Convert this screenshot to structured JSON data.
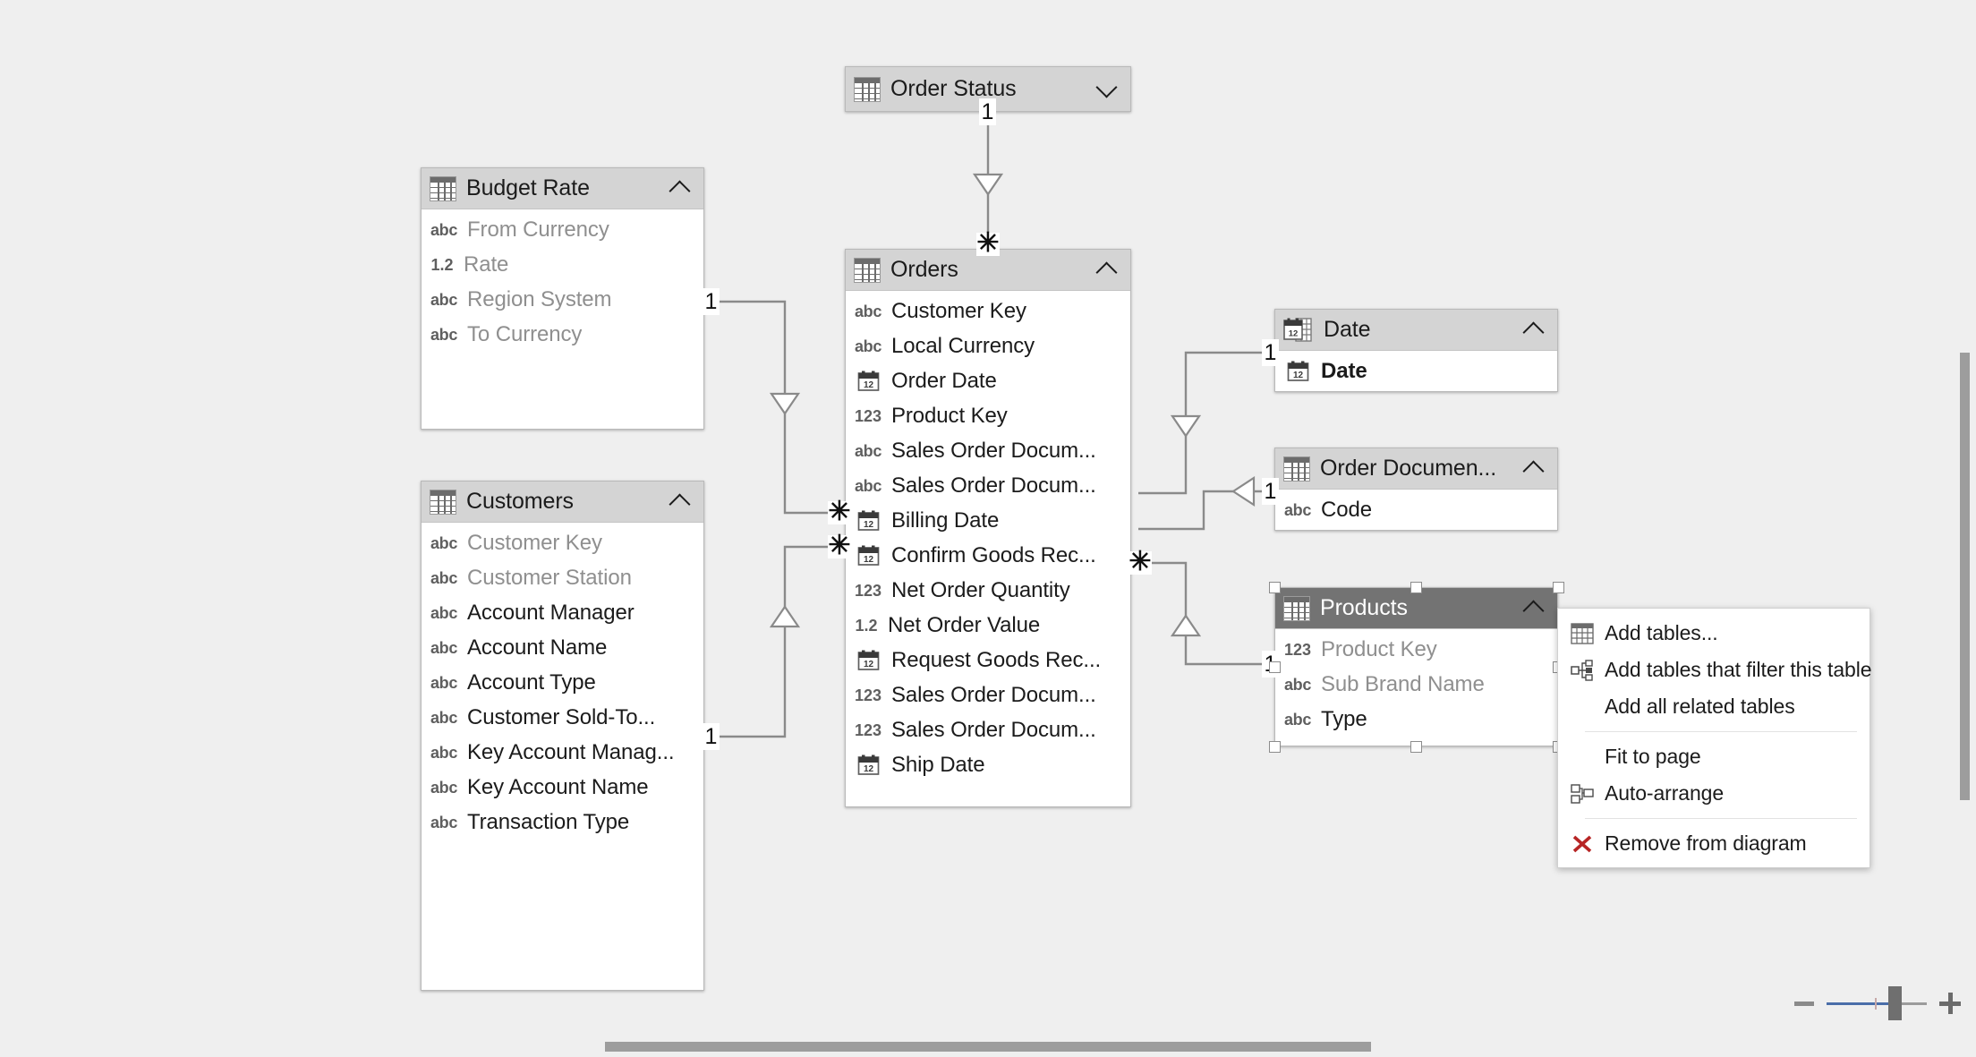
{
  "app": {
    "view": "model-diagram",
    "accent_color": "#4a6ea9",
    "selected_table": "Products"
  },
  "tables": [
    {
      "id": "order-status",
      "name": "Order Status",
      "collapsed": true,
      "selected": false,
      "icon": "table-icon",
      "chevron": "chevron-down-icon",
      "fields": []
    },
    {
      "id": "budget-rate",
      "name": "Budget Rate",
      "collapsed": false,
      "selected": false,
      "icon": "table-icon",
      "chevron": "chevron-up-icon",
      "fields": [
        {
          "name": "From Currency",
          "type": "abc",
          "dim": true,
          "bold": false
        },
        {
          "name": "Rate",
          "type": "1.2",
          "dim": true,
          "bold": false
        },
        {
          "name": "Region System",
          "type": "abc",
          "dim": true,
          "bold": false
        },
        {
          "name": "To Currency",
          "type": "abc",
          "dim": true,
          "bold": false
        }
      ]
    },
    {
      "id": "customers",
      "name": "Customers",
      "collapsed": false,
      "selected": false,
      "icon": "table-icon",
      "chevron": "chevron-up-icon",
      "fields": [
        {
          "name": "Customer Key",
          "type": "abc",
          "dim": true,
          "bold": false
        },
        {
          "name": "Customer Station",
          "type": "abc",
          "dim": true,
          "bold": false
        },
        {
          "name": "Account Manager",
          "type": "abc",
          "dim": false,
          "bold": false
        },
        {
          "name": "Account Name",
          "type": "abc",
          "dim": false,
          "bold": false
        },
        {
          "name": "Account Type",
          "type": "abc",
          "dim": false,
          "bold": false
        },
        {
          "name": "Customer Sold-To...",
          "type": "abc",
          "dim": false,
          "bold": false
        },
        {
          "name": "Key Account Manag...",
          "type": "abc",
          "dim": false,
          "bold": false
        },
        {
          "name": "Key Account Name",
          "type": "abc",
          "dim": false,
          "bold": false
        },
        {
          "name": "Transaction Type",
          "type": "abc",
          "dim": false,
          "bold": false
        }
      ]
    },
    {
      "id": "orders",
      "name": "Orders",
      "collapsed": false,
      "selected": false,
      "icon": "table-icon",
      "chevron": "chevron-up-icon",
      "fields": [
        {
          "name": "Customer Key",
          "type": "abc",
          "dim": false,
          "bold": false
        },
        {
          "name": "Local Currency",
          "type": "abc",
          "dim": false,
          "bold": false
        },
        {
          "name": "Order Date",
          "type": "date",
          "dim": false,
          "bold": false
        },
        {
          "name": "Product Key",
          "type": "123",
          "dim": false,
          "bold": false
        },
        {
          "name": "Sales Order Docum...",
          "type": "abc",
          "dim": false,
          "bold": false
        },
        {
          "name": "Sales Order Docum...",
          "type": "abc",
          "dim": false,
          "bold": false
        },
        {
          "name": "Billing Date",
          "type": "date",
          "dim": false,
          "bold": false
        },
        {
          "name": "Confirm Goods Rec...",
          "type": "date",
          "dim": false,
          "bold": false
        },
        {
          "name": "Net Order Quantity",
          "type": "123",
          "dim": false,
          "bold": false
        },
        {
          "name": "Net Order Value",
          "type": "1.2",
          "dim": false,
          "bold": false
        },
        {
          "name": "Request Goods Rec...",
          "type": "date",
          "dim": false,
          "bold": false
        },
        {
          "name": "Sales Order Docum...",
          "type": "123",
          "dim": false,
          "bold": false
        },
        {
          "name": "Sales Order Docum...",
          "type": "123",
          "dim": false,
          "bold": false
        },
        {
          "name": "Ship Date",
          "type": "date",
          "dim": false,
          "bold": false
        }
      ]
    },
    {
      "id": "date",
      "name": "Date",
      "collapsed": false,
      "selected": false,
      "icon": "date-table-icon",
      "chevron": "chevron-up-icon",
      "fields": [
        {
          "name": "Date",
          "type": "date",
          "dim": false,
          "bold": true
        }
      ]
    },
    {
      "id": "order-document",
      "name": "Order Documen...",
      "collapsed": false,
      "selected": false,
      "icon": "table-icon",
      "chevron": "chevron-up-icon",
      "fields": [
        {
          "name": "Code",
          "type": "abc",
          "dim": false,
          "bold": false
        }
      ]
    },
    {
      "id": "products",
      "name": "Products",
      "collapsed": false,
      "selected": true,
      "icon": "table-icon",
      "chevron": "chevron-up-icon",
      "fields": [
        {
          "name": "Product Key",
          "type": "123",
          "dim": true,
          "bold": false
        },
        {
          "name": "Sub Brand Name",
          "type": "abc",
          "dim": true,
          "bold": false
        },
        {
          "name": "Type",
          "type": "abc",
          "dim": false,
          "bold": false
        }
      ]
    }
  ],
  "relationships": [
    {
      "from": "Order Status",
      "to": "Orders",
      "from_cardinality": "1",
      "to_cardinality": "*",
      "direction": "single"
    },
    {
      "from": "Budget Rate",
      "to": "Orders",
      "from_cardinality": "1",
      "to_cardinality": "*",
      "direction": "single"
    },
    {
      "from": "Customers",
      "to": "Orders",
      "from_cardinality": "1",
      "to_cardinality": "*",
      "direction": "single"
    },
    {
      "from": "Date",
      "to": "Orders",
      "from_cardinality": "1",
      "to_cardinality": "*",
      "direction": "single"
    },
    {
      "from": "Order Document",
      "to": "Orders",
      "from_cardinality": "1",
      "to_cardinality": "*",
      "direction": "single"
    },
    {
      "from": "Products",
      "to": "Orders",
      "from_cardinality": "1",
      "to_cardinality": "*",
      "direction": "single"
    }
  ],
  "context_menu": {
    "groups": [
      [
        {
          "label": "Add tables...",
          "icon": "table-icon"
        },
        {
          "label": "Add tables that filter this table",
          "icon": "filter-tables-icon"
        },
        {
          "label": "Add all related tables",
          "icon": "none"
        }
      ],
      [
        {
          "label": "Fit to page",
          "icon": "none"
        },
        {
          "label": "Auto-arrange",
          "icon": "auto-arrange-icon"
        }
      ],
      [
        {
          "label": "Remove from diagram",
          "icon": "red-x-icon"
        }
      ]
    ]
  },
  "zoom_control": {
    "minus_icon": "minus-icon",
    "plus_icon": "plus-icon",
    "fill_percent": 72
  }
}
